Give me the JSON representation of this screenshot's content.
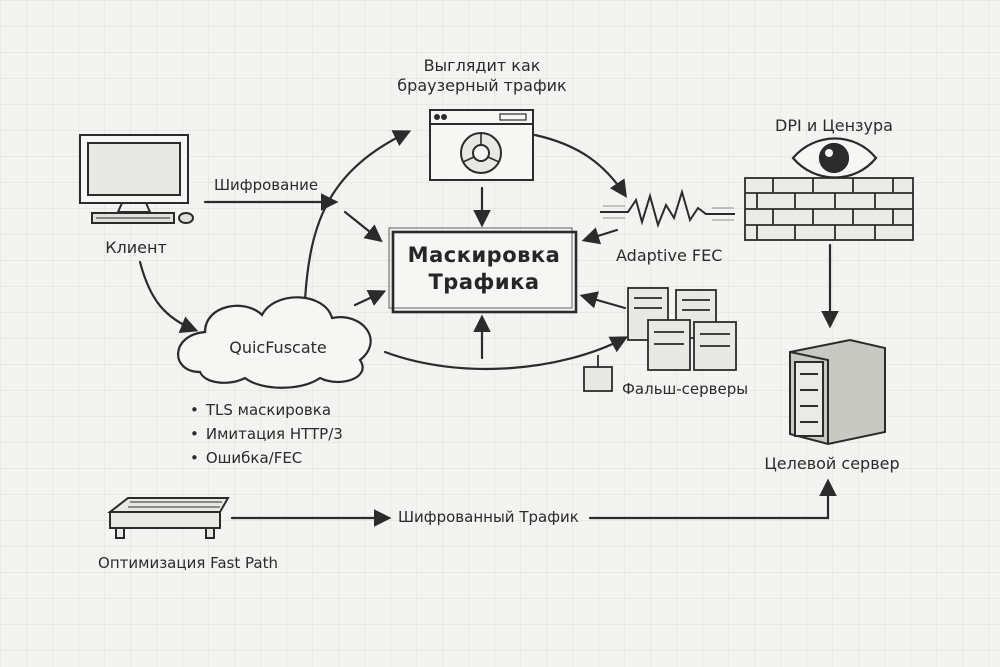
{
  "diagram": {
    "center_title_line1": "Маскировка",
    "center_title_line2": "Трафика",
    "browser_label_line1": "Выглядит как",
    "browser_label_line2": "браузерный трафик",
    "dpi_label": "DPI и Цензура",
    "client_label": "Клиент",
    "encryption_label": "Шифрование",
    "fec_label": "Adaptive FEC",
    "quic_label": "QuicFuscate",
    "fake_servers_label": "Фальш-серверы",
    "target_label": "Целевой сервер",
    "encrypted_traffic_label": "Шифрованный Трафик",
    "fastpath_label": "Оптимизация Fast Path",
    "features": [
      "TLS маскировка",
      "Имитация HTTP/3",
      "Ошибка/FEC"
    ]
  },
  "colors": {
    "ink": "#2b2b2b",
    "paper": "#f3f3f1",
    "grid": "#dcdcd8",
    "shade": "#b9b9b4"
  }
}
